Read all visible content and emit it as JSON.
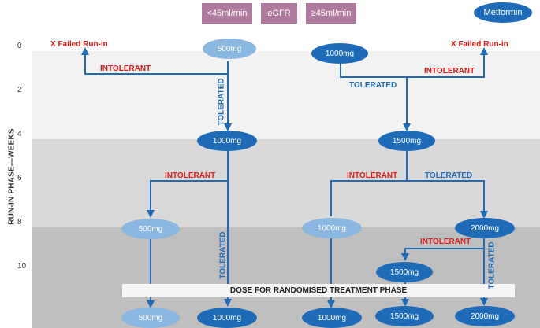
{
  "legend": {
    "low": "<45ml/min",
    "egfr": "eGFR",
    "high": "≥45ml/min",
    "drug": "Metformin"
  },
  "axis": {
    "label": "RUN-IN PHASE—WEEKS",
    "ticks": [
      "0",
      "2",
      "4",
      "6",
      "8",
      "10"
    ]
  },
  "fail": {
    "left": "X Failed Run-in",
    "right": "X Failed Run-in"
  },
  "labels": {
    "intolerant": "INTOLERANT",
    "tolerated": "TOLERATED"
  },
  "doses": {
    "d500": "500mg",
    "d1000": "1000mg",
    "d1500": "1500mg",
    "d2000": "2000mg"
  },
  "banner": "DOSE FOR RANDOMISED TREATMENT PHASE",
  "colors": {
    "dark": "#1f6bb7",
    "light": "#8ab8e0",
    "red": "#e11b1b",
    "legend": "#b07a9e"
  }
}
